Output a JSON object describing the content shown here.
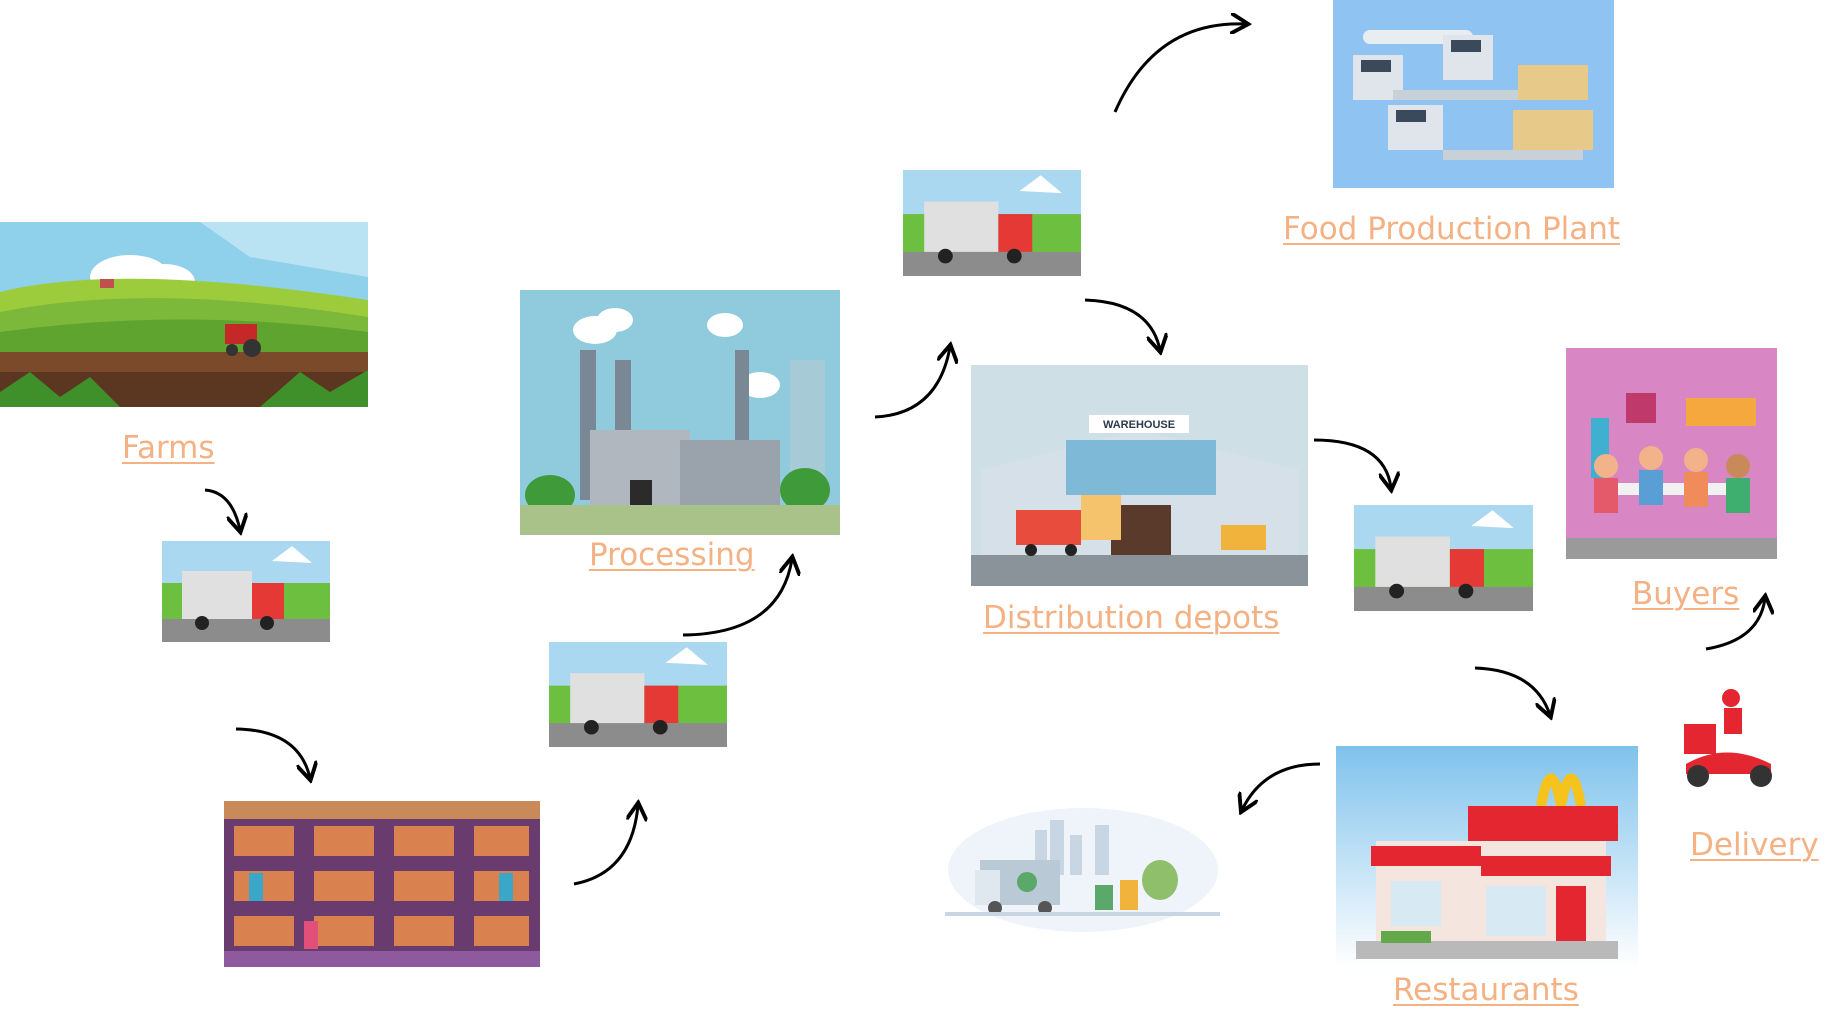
{
  "labels": {
    "farms": "Farms",
    "processing": "Processing",
    "food_plant": "Food Production Plant",
    "distribution": "Distribution depots",
    "buyers": "Buyers",
    "delivery": "Delivery",
    "restaurants": "Restaurants",
    "warehouse_sign": "WAREHOUSE"
  },
  "colors": {
    "label": "#f4b183",
    "arrow": "#000000"
  },
  "icons": [
    "farm-icon",
    "truck-icon",
    "storage-icon",
    "factory-icon",
    "food-plant-icon",
    "warehouse-icon",
    "diners-icon",
    "delivery-scooter-icon",
    "restaurant-icon",
    "recycling-icon"
  ]
}
